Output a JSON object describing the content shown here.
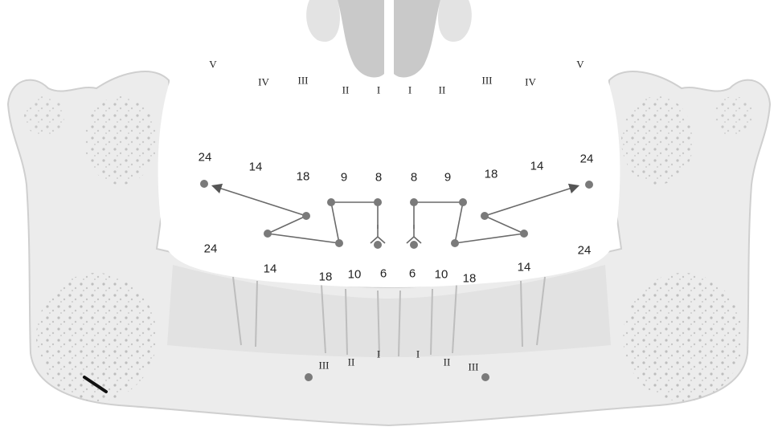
{
  "upper_roman": {
    "right": [
      "V",
      "IV",
      "III",
      "II",
      "I"
    ],
    "left": [
      "I",
      "II",
      "III",
      "IV",
      "V"
    ]
  },
  "upper_ages": {
    "right": [
      "24",
      "14",
      "18",
      "9",
      "8"
    ],
    "left": [
      "8",
      "9",
      "18",
      "14",
      "24"
    ]
  },
  "lower_ages": {
    "right": [
      "24",
      "14",
      "18",
      "10",
      "6"
    ],
    "left": [
      "6",
      "10",
      "18",
      "14",
      "24"
    ]
  },
  "lower_roman": {
    "right": [
      "III",
      "II",
      "I"
    ],
    "left": [
      "I",
      "II",
      "III"
    ]
  },
  "colors": {
    "bone_fill": "#ececec",
    "bone_shade": "#c4c4c4",
    "marker": "#7a7a7a",
    "connector": "#6a6a6a"
  }
}
